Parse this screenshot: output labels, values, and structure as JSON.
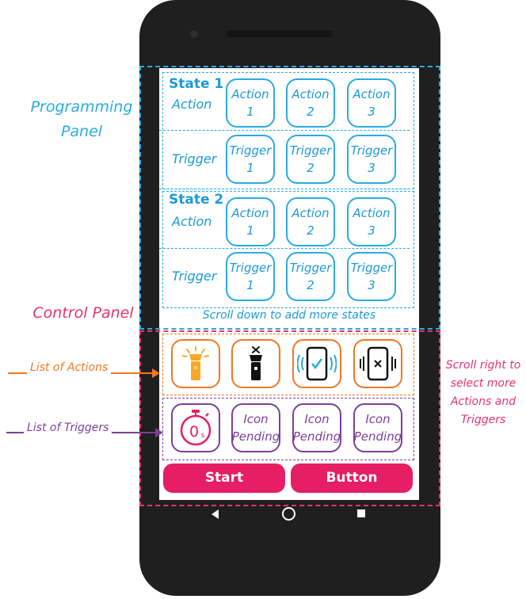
{
  "programming_panel": {
    "annotation": "Programming Panel",
    "states": [
      {
        "title": "State 1",
        "action_label": "Action",
        "trigger_label": "Trigger",
        "actions": [
          [
            "Action",
            "1"
          ],
          [
            "Action",
            "2"
          ],
          [
            "Action",
            "3"
          ]
        ],
        "triggers": [
          [
            "Trigger",
            "1"
          ],
          [
            "Trigger",
            "2"
          ],
          [
            "Trigger",
            "3"
          ]
        ]
      },
      {
        "title": "State 2",
        "action_label": "Action",
        "trigger_label": "Trigger",
        "actions": [
          [
            "Action",
            "1"
          ],
          [
            "Action",
            "2"
          ],
          [
            "Action",
            "3"
          ]
        ],
        "triggers": [
          [
            "Trigger",
            "1"
          ],
          [
            "Trigger",
            "2"
          ],
          [
            "Trigger",
            "3"
          ]
        ]
      }
    ],
    "scroll_hint": "Scroll down to add more states"
  },
  "control_panel": {
    "annotation": "Control Panel",
    "actions_annotation": "List of Actions",
    "triggers_annotation": "List of Triggers",
    "scroll_annotation": "Scroll right to select more Actions and Triggers",
    "action_icons": [
      "flashlight-on-icon",
      "flashlight-off-icon",
      "vibrate-on-icon",
      "vibrate-off-icon"
    ],
    "trigger_tiles": [
      {
        "icon": "stopwatch-icon",
        "label": "0",
        "unit": "s"
      },
      {
        "line1": "Icon",
        "line2": "Pending"
      },
      {
        "line1": "Icon",
        "line2": "Pending"
      },
      {
        "line1": "Icon",
        "line2": "Pending"
      }
    ],
    "start_button": "Start",
    "second_button": "Button"
  },
  "colors": {
    "blue": "#29abe2",
    "pink": "#e61e64",
    "orange": "#f07822",
    "purple": "#7c3f98",
    "phone": "#1f1f1f"
  },
  "navbar_icons": [
    "back-icon",
    "home-icon",
    "recents-icon"
  ]
}
